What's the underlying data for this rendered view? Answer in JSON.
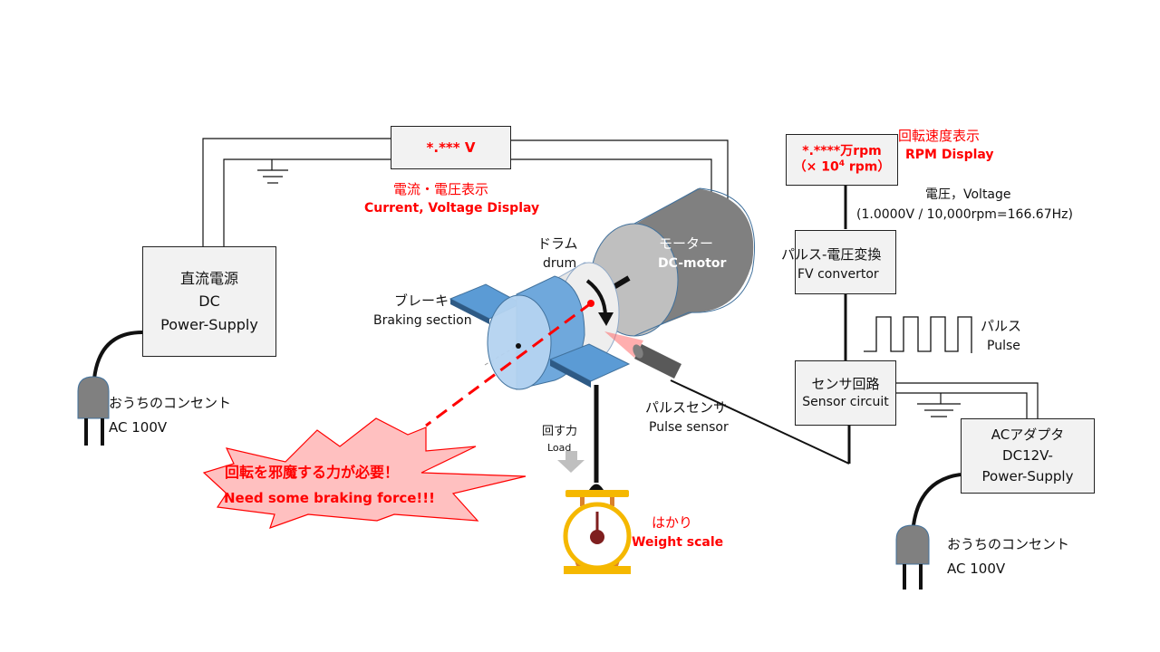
{
  "colors": {
    "accent_red": "#ff0000",
    "box_fill": "#f2f2f2",
    "motor_gray": "#808080",
    "brake_blue": "#5b9bd5",
    "burst_fill": "#ffc0c0",
    "scale_yellow": "#f5b800"
  },
  "voltage_display": {
    "readout": "*.*** V",
    "label_jp": "電流・電圧表示",
    "label_en": "Current, Voltage Display"
  },
  "rpm_display": {
    "readout_line1": "*.****万rpm",
    "readout_line2_prefix": "（× 10",
    "readout_line2_exp": "4",
    "readout_line2_suffix": " rpm）",
    "label_jp": "回転速度表示",
    "label_en": "RPM Display"
  },
  "voltage_note": {
    "line1": "電圧，Voltage",
    "line2": "(1.0000V / 10,000rpm=166.67Hz)"
  },
  "fv_converter": {
    "label_jp": "パルス-電圧変換",
    "label_en": "FV convertor"
  },
  "pulse": {
    "label_jp": "パルス",
    "label_en": "Pulse"
  },
  "sensor_circuit": {
    "label_jp": "センサ回路",
    "label_en": "Sensor circuit"
  },
  "ac_adapter": {
    "line1": "ACアダプタ",
    "line2": "DC12V-",
    "line3": "Power-Supply"
  },
  "dc_power_supply": {
    "line1": "直流電源",
    "line2": "DC",
    "line3": "Power-Supply"
  },
  "outlet_left": {
    "label_jp": "おうちのコンセント",
    "label_en": "AC 100V"
  },
  "outlet_right": {
    "label_jp": "おうちのコンセント",
    "label_en": "AC 100V"
  },
  "drum": {
    "label_jp": "ドラム",
    "label_en": "drum"
  },
  "motor": {
    "label_jp": "モーター",
    "label_en": "DC-motor"
  },
  "brake": {
    "label_jp": "ブレーキ",
    "label_en": "Braking section"
  },
  "pulse_sensor": {
    "label_jp": "パルスセンサ",
    "label_en": "Pulse sensor"
  },
  "load": {
    "label_jp": "回す力",
    "label_en": "Load"
  },
  "scale": {
    "label_jp": "はかり",
    "label_en": "Weight scale"
  },
  "callout": {
    "line_jp": "回転を邪魔する力が必要！",
    "line_en": "Need some braking force!!!"
  }
}
